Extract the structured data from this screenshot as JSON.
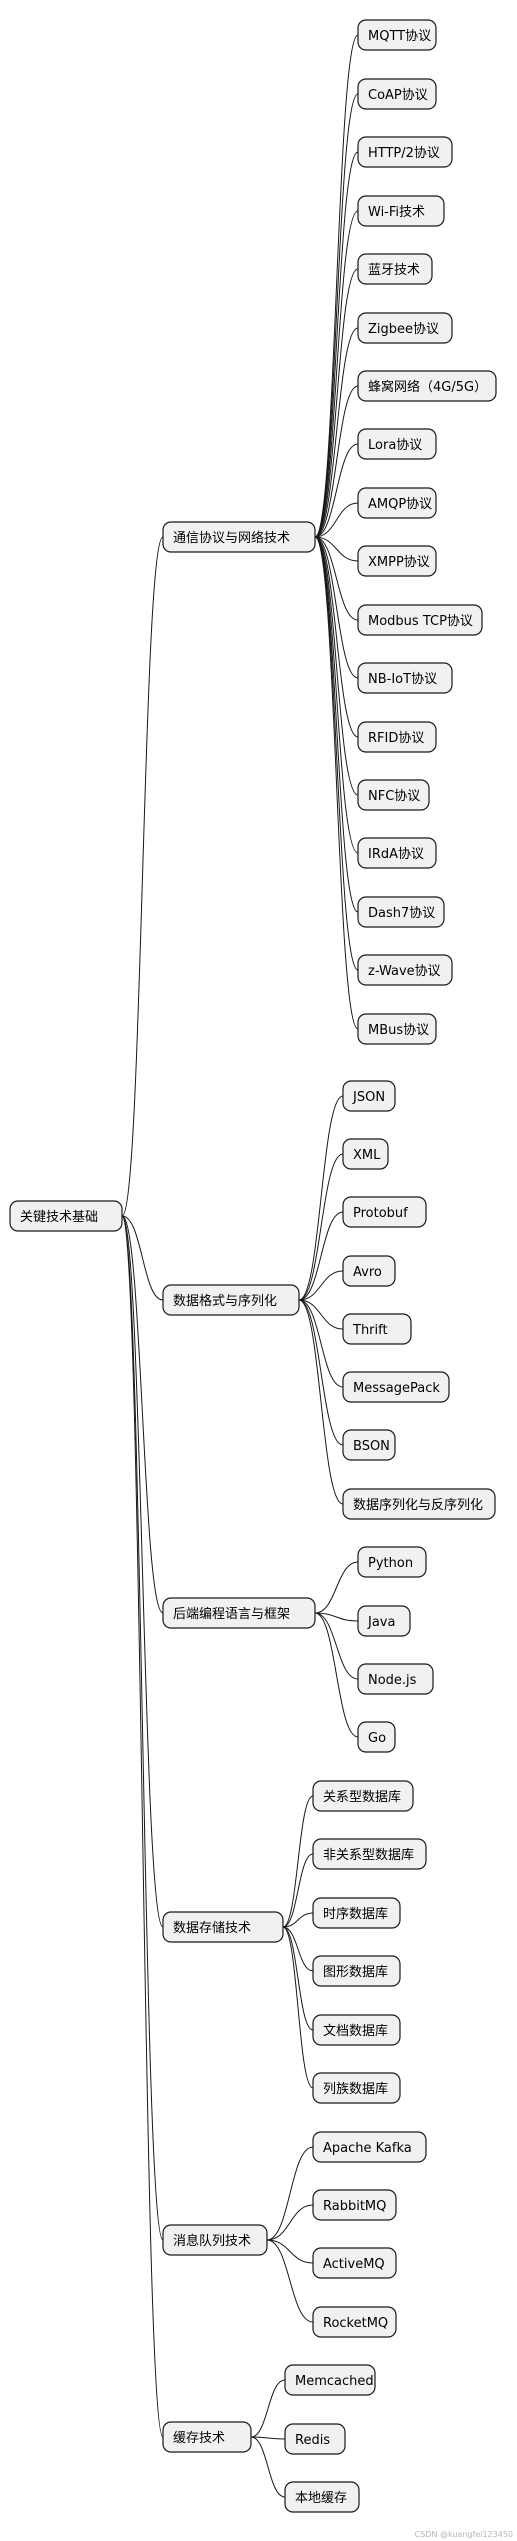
{
  "root": {
    "label": "关键技术基础"
  },
  "branches": [
    {
      "label": "通信协议与网络技术",
      "children": [
        "MQTT协议",
        "CoAP协议",
        "HTTP/2协议",
        "Wi-Fi技术",
        "蓝牙技术",
        "Zigbee协议",
        "蜂窝网络（4G/5G）",
        "Lora协议",
        "AMQP协议",
        "XMPP协议",
        "Modbus TCP协议",
        "NB-IoT协议",
        "RFID协议",
        "NFC协议",
        "IRdA协议",
        "Dash7协议",
        "z-Wave协议",
        "MBus协议"
      ]
    },
    {
      "label": "数据格式与序列化",
      "children": [
        "JSON",
        "XML",
        "Protobuf",
        "Avro",
        "Thrift",
        "MessagePack",
        "BSON",
        "数据序列化与反序列化"
      ]
    },
    {
      "label": "后端编程语言与框架",
      "children": [
        "Python",
        "Java",
        "Node.js",
        "Go"
      ]
    },
    {
      "label": "数据存储技术",
      "children": [
        "关系型数据库",
        "非关系型数据库",
        "时序数据库",
        "图形数据库",
        "文档数据库",
        "列族数据库"
      ]
    },
    {
      "label": "消息队列技术",
      "children": [
        "Apache Kafka",
        "RabbitMQ",
        "ActiveMQ",
        "RocketMQ"
      ]
    },
    {
      "label": "缓存技术",
      "children": [
        "Memcached",
        "Redis",
        "本地缓存"
      ]
    }
  ],
  "watermark": "CSDN @kuangfei123450"
}
